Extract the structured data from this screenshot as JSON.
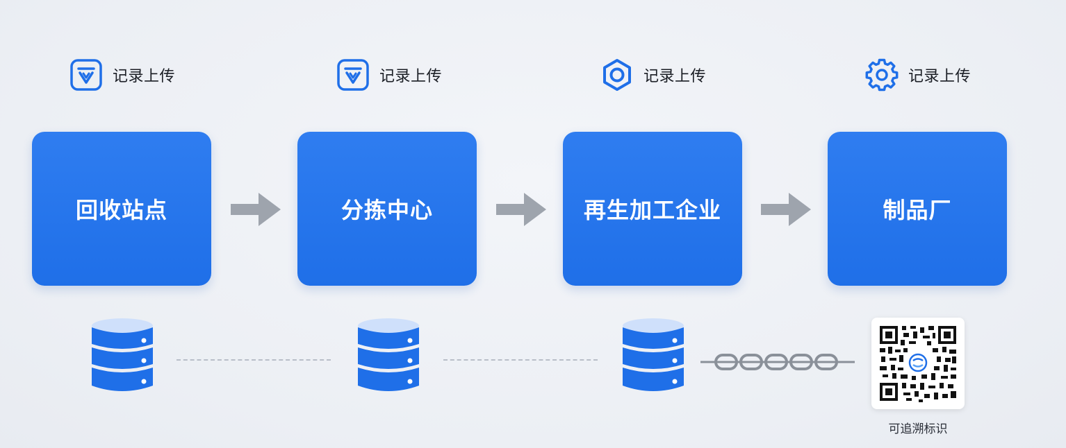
{
  "stages": [
    {
      "label": "记录上传",
      "icon": "shield-check-icon",
      "name": "回收站点"
    },
    {
      "label": "记录上传",
      "icon": "shield-check-icon",
      "name": "分拣中心"
    },
    {
      "label": "记录上传",
      "icon": "hexagon-ring-icon",
      "name": "再生加工企业"
    },
    {
      "label": "记录上传",
      "icon": "gear-icon",
      "name": "制品厂"
    }
  ],
  "qr": {
    "caption": "可追溯标识"
  },
  "colors": {
    "accent": "#1f6fe8",
    "arrow": "#9ea4ad",
    "connector": "#b8bec8",
    "chain": "#8a9099"
  }
}
